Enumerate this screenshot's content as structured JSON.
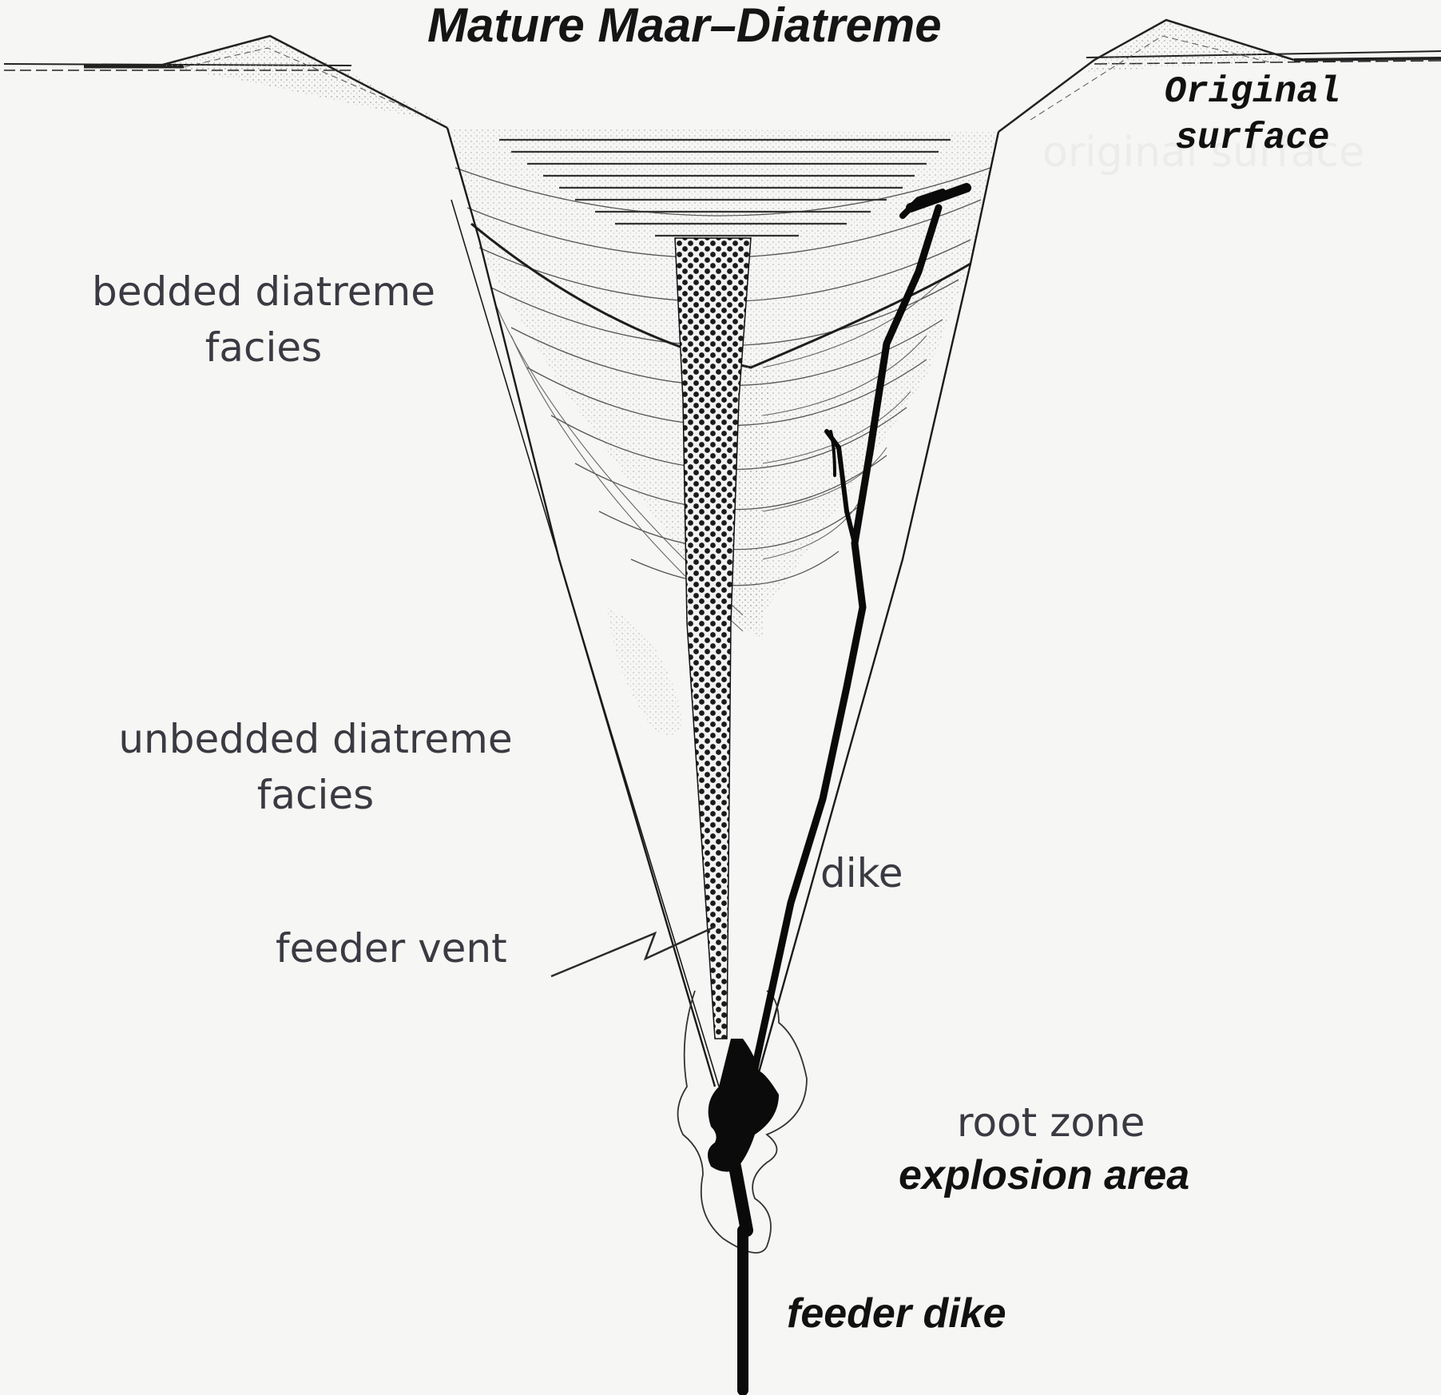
{
  "title": "Mature Maar–Diatreme",
  "labels": {
    "original_surface_line1": "Original",
    "original_surface_line2": "surface",
    "original_surface_ghost": "original surface",
    "bedded_line1": "bedded diatreme",
    "bedded_line2": "facies",
    "unbedded_line1": "unbedded diatreme",
    "unbedded_line2": "facies",
    "dike": "dike",
    "feeder_vent": "feeder vent",
    "root_zone": "root zone",
    "explosion_area": "explosion area",
    "feeder_dike": "feeder dike"
  },
  "colors": {
    "background": "#f6f6f4",
    "ink": "#111111",
    "stipple": "#9a9a9a"
  }
}
